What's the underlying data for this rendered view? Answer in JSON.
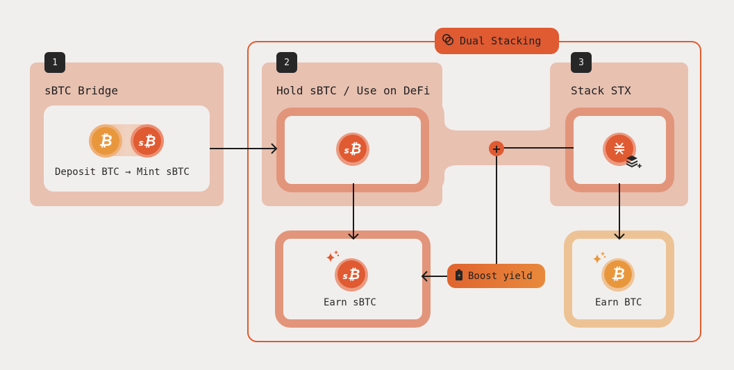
{
  "group": {
    "label": "Dual Stacking",
    "icon": "overlapping-circles-icon"
  },
  "steps": [
    {
      "number": "1",
      "title": "sBTC Bridge",
      "caption": "Deposit BTC → Mint sBTC"
    },
    {
      "number": "2",
      "title": "Hold sBTC / Use on DeFi"
    },
    {
      "number": "3",
      "title": "Stack STX"
    }
  ],
  "outcomes": {
    "earn_sbtc": "Earn sBTC",
    "earn_btc": "Earn BTC"
  },
  "boost": {
    "label": "Boost yield",
    "icon": "battery-charging-icon"
  },
  "combine_symbol": "+",
  "colors": {
    "accent": "#e05a2e",
    "panel": "#e8c1b1",
    "ring": "#e2957a",
    "btc": "#e9973d",
    "btc_ring": "#edc396",
    "background": "#f1efed"
  }
}
